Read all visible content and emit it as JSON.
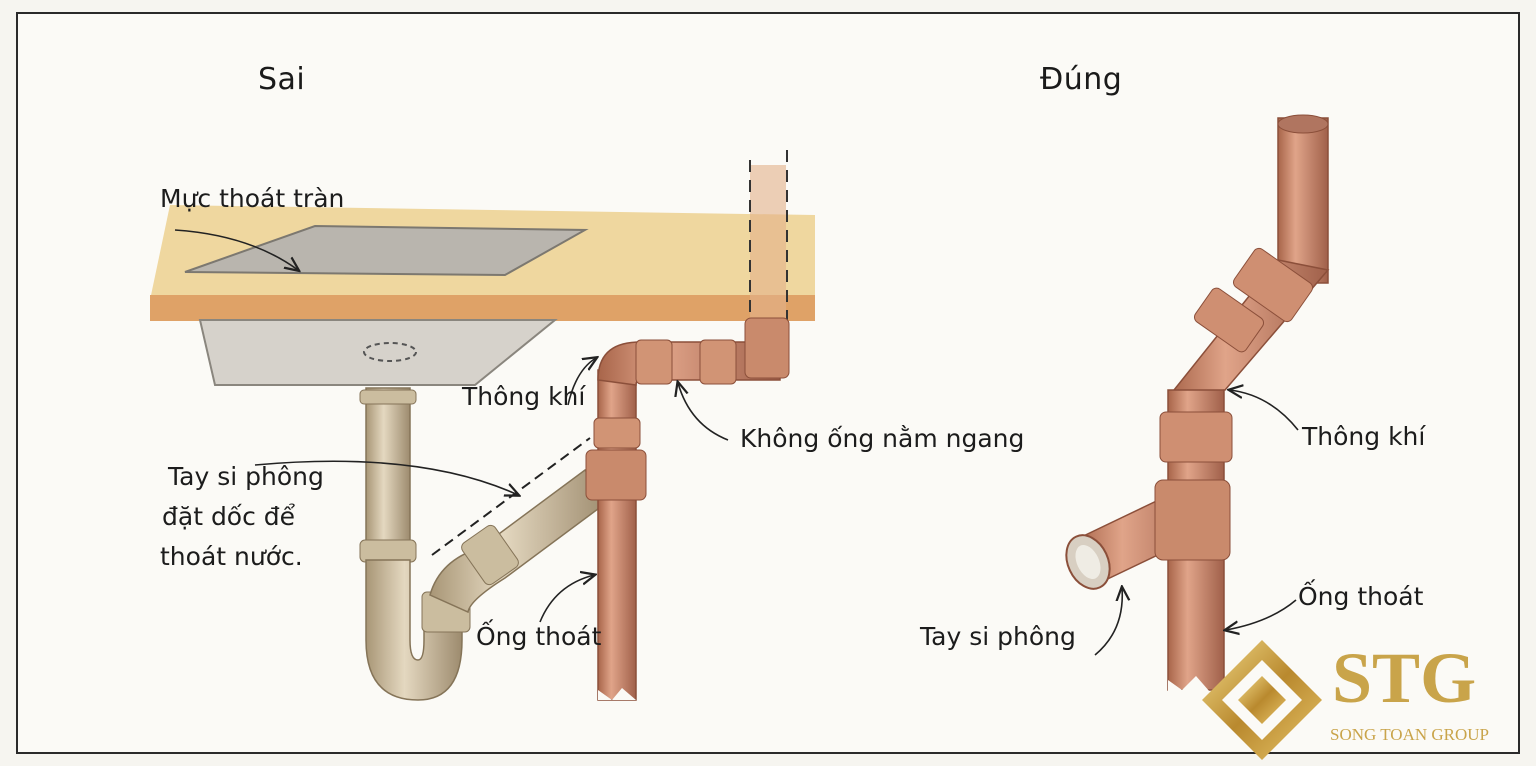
{
  "panels": {
    "wrong": {
      "heading": "Sai",
      "labels": {
        "overflow": "Mực thoát tràn",
        "vent": "Thông khí",
        "no_horizontal": "Không ống nằm ngang",
        "trap_arm_line1": "Tay si phông",
        "trap_arm_line2": "đặt dốc để",
        "trap_arm_line3": "thoát nước.",
        "drain": "Ống thoát"
      }
    },
    "right": {
      "heading": "Đúng",
      "labels": {
        "vent": "Thông khí",
        "drain": "Ống thoát",
        "trap_arm": "Tay si phông"
      }
    }
  },
  "logo": {
    "name": "STG",
    "tagline": "SONG TOAN GROUP"
  },
  "colors": {
    "copper": "#c98a6c",
    "copper_dark": "#9a5d44",
    "brass": "#c9b79a",
    "counter": "#e9c98c",
    "counter_edge": "#d9a060",
    "steel": "#cfcac2",
    "gold": "#c9a44a"
  }
}
